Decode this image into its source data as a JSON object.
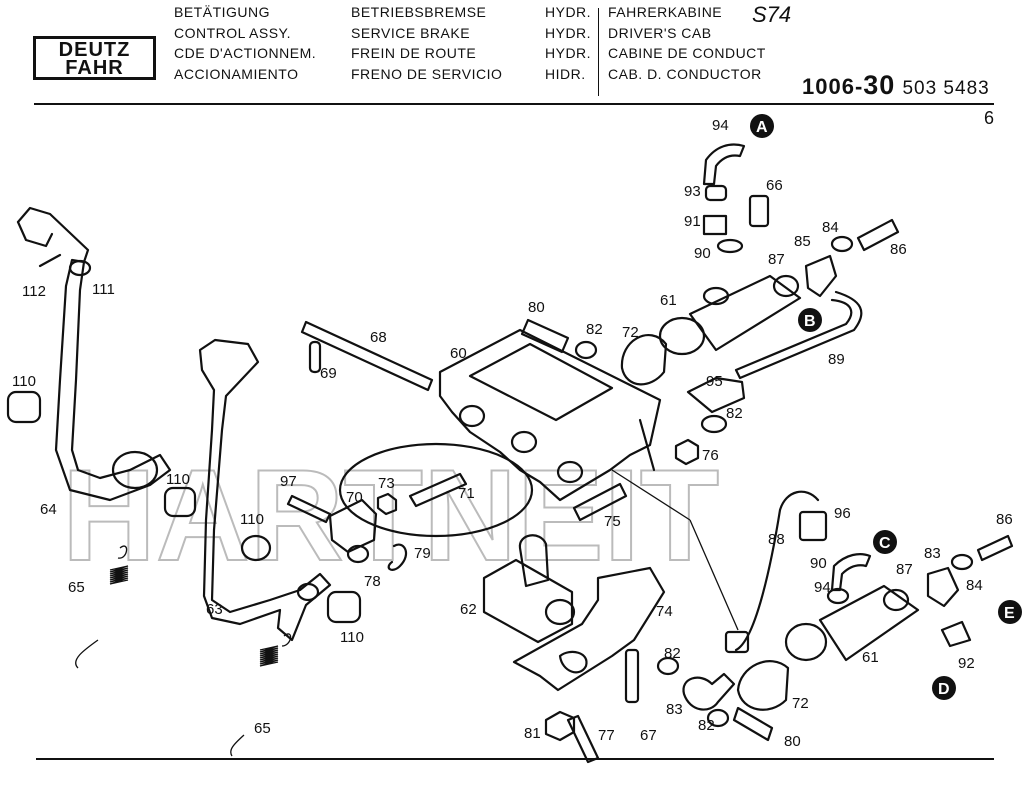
{
  "header": {
    "logo_line1": "DEUTZ",
    "logo_line2": "FAHR",
    "col1": [
      "BETÄTIGUNG",
      "CONTROL ASSY.",
      "CDE D'ACTIONNEM.",
      "ACCIONAMIENTO"
    ],
    "col2": [
      "BETRIEBSBREMSE",
      "SERVICE BRAKE",
      "FREIN DE ROUTE",
      "FRENO DE SERVICIO"
    ],
    "col3": [
      "HYDR.",
      "HYDR.",
      "HYDR.",
      "HIDR."
    ],
    "col4": [
      "FAHRERKABINE",
      "DRIVER'S CAB",
      "CABINE DE CONDUCT",
      "CAB. D. CONDUCTOR"
    ],
    "model": "S74",
    "part_number_prefix": "1006-",
    "part_number_bold": "30",
    "part_number_rest": "503 5483",
    "page_number": "6"
  },
  "watermark": "HARTNEIT",
  "callouts": [
    "A",
    "B",
    "C",
    "D",
    "E"
  ],
  "part_labels": {
    "p60": "60",
    "p61": "61",
    "p61b": "61",
    "p62": "62",
    "p63": "63",
    "p64": "64",
    "p65": "65",
    "p65b": "65",
    "p66": "66",
    "p67": "67",
    "p68": "68",
    "p69": "69",
    "p70": "70",
    "p71": "71",
    "p72": "72",
    "p72b": "72",
    "p73": "73",
    "p74": "74",
    "p75": "75",
    "p76": "76",
    "p77": "77",
    "p78": "78",
    "p79": "79",
    "p80": "80",
    "p80b": "80",
    "p81": "81",
    "p82a": "82",
    "p82b": "82",
    "p82c": "82",
    "p82d": "82",
    "p83": "83",
    "p83b": "83",
    "p84": "84",
    "p84b": "84",
    "p85": "85",
    "p86": "86",
    "p86b": "86",
    "p87": "87",
    "p87b": "87",
    "p88": "88",
    "p89": "89",
    "p90": "90",
    "p90b": "90",
    "p91": "91",
    "p92": "92",
    "p93": "93",
    "p94": "94",
    "p94b": "94",
    "p95": "95",
    "p96": "96",
    "p97": "97",
    "p110a": "110",
    "p110b": "110",
    "p110c": "110",
    "p110d": "110",
    "p111": "111",
    "p112": "112"
  }
}
